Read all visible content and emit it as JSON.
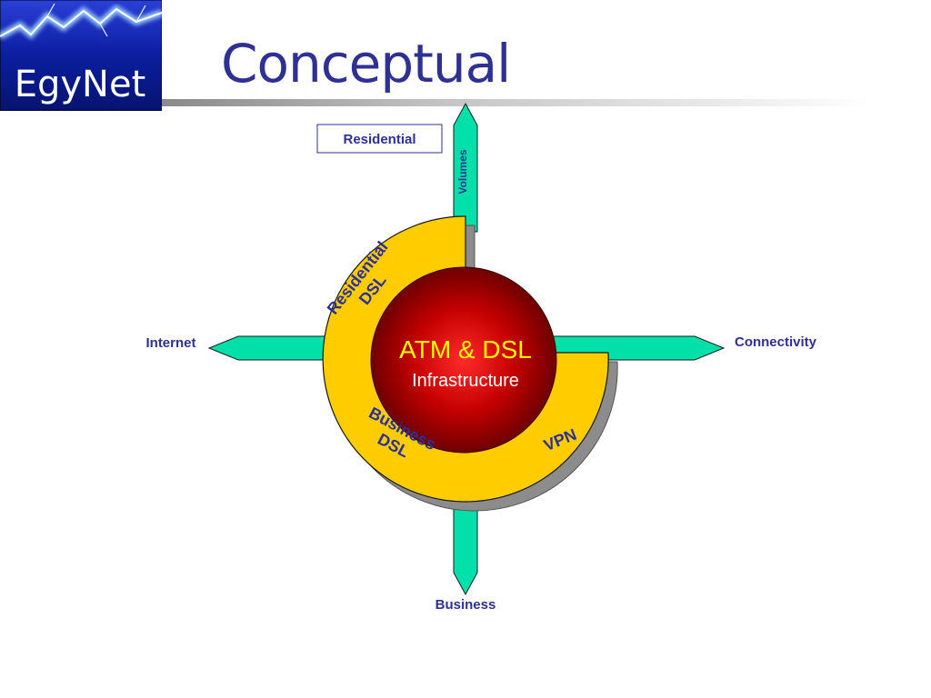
{
  "slide": {
    "title": "Conceptual",
    "logo_text": "EgyNet"
  },
  "diagram": {
    "segment_box_label": "Residential",
    "axes": {
      "top": "Volumes",
      "left": "Internet",
      "right": "Connectivity",
      "bottom": "Business"
    },
    "ring_segments": {
      "residential": [
        "Residential",
        "DSL"
      ],
      "business": [
        "Business",
        "DSL"
      ],
      "vpn": "VPN"
    },
    "core": {
      "title": "ATM & DSL",
      "subtitle": "Infrastructure"
    }
  },
  "colors": {
    "title": "#2e3192",
    "label_text": "#2e3192",
    "arrow_fill": "#00e0a8",
    "ring_fill": "#ffcc00",
    "ring_shadow": "#8c8c8c",
    "core_center": "#ff2b2b",
    "core_edge": "#6e0000",
    "core_title_text": "#ffff00",
    "core_subtitle_text": "#ffffff",
    "logo_background": "#0a1fa8"
  }
}
